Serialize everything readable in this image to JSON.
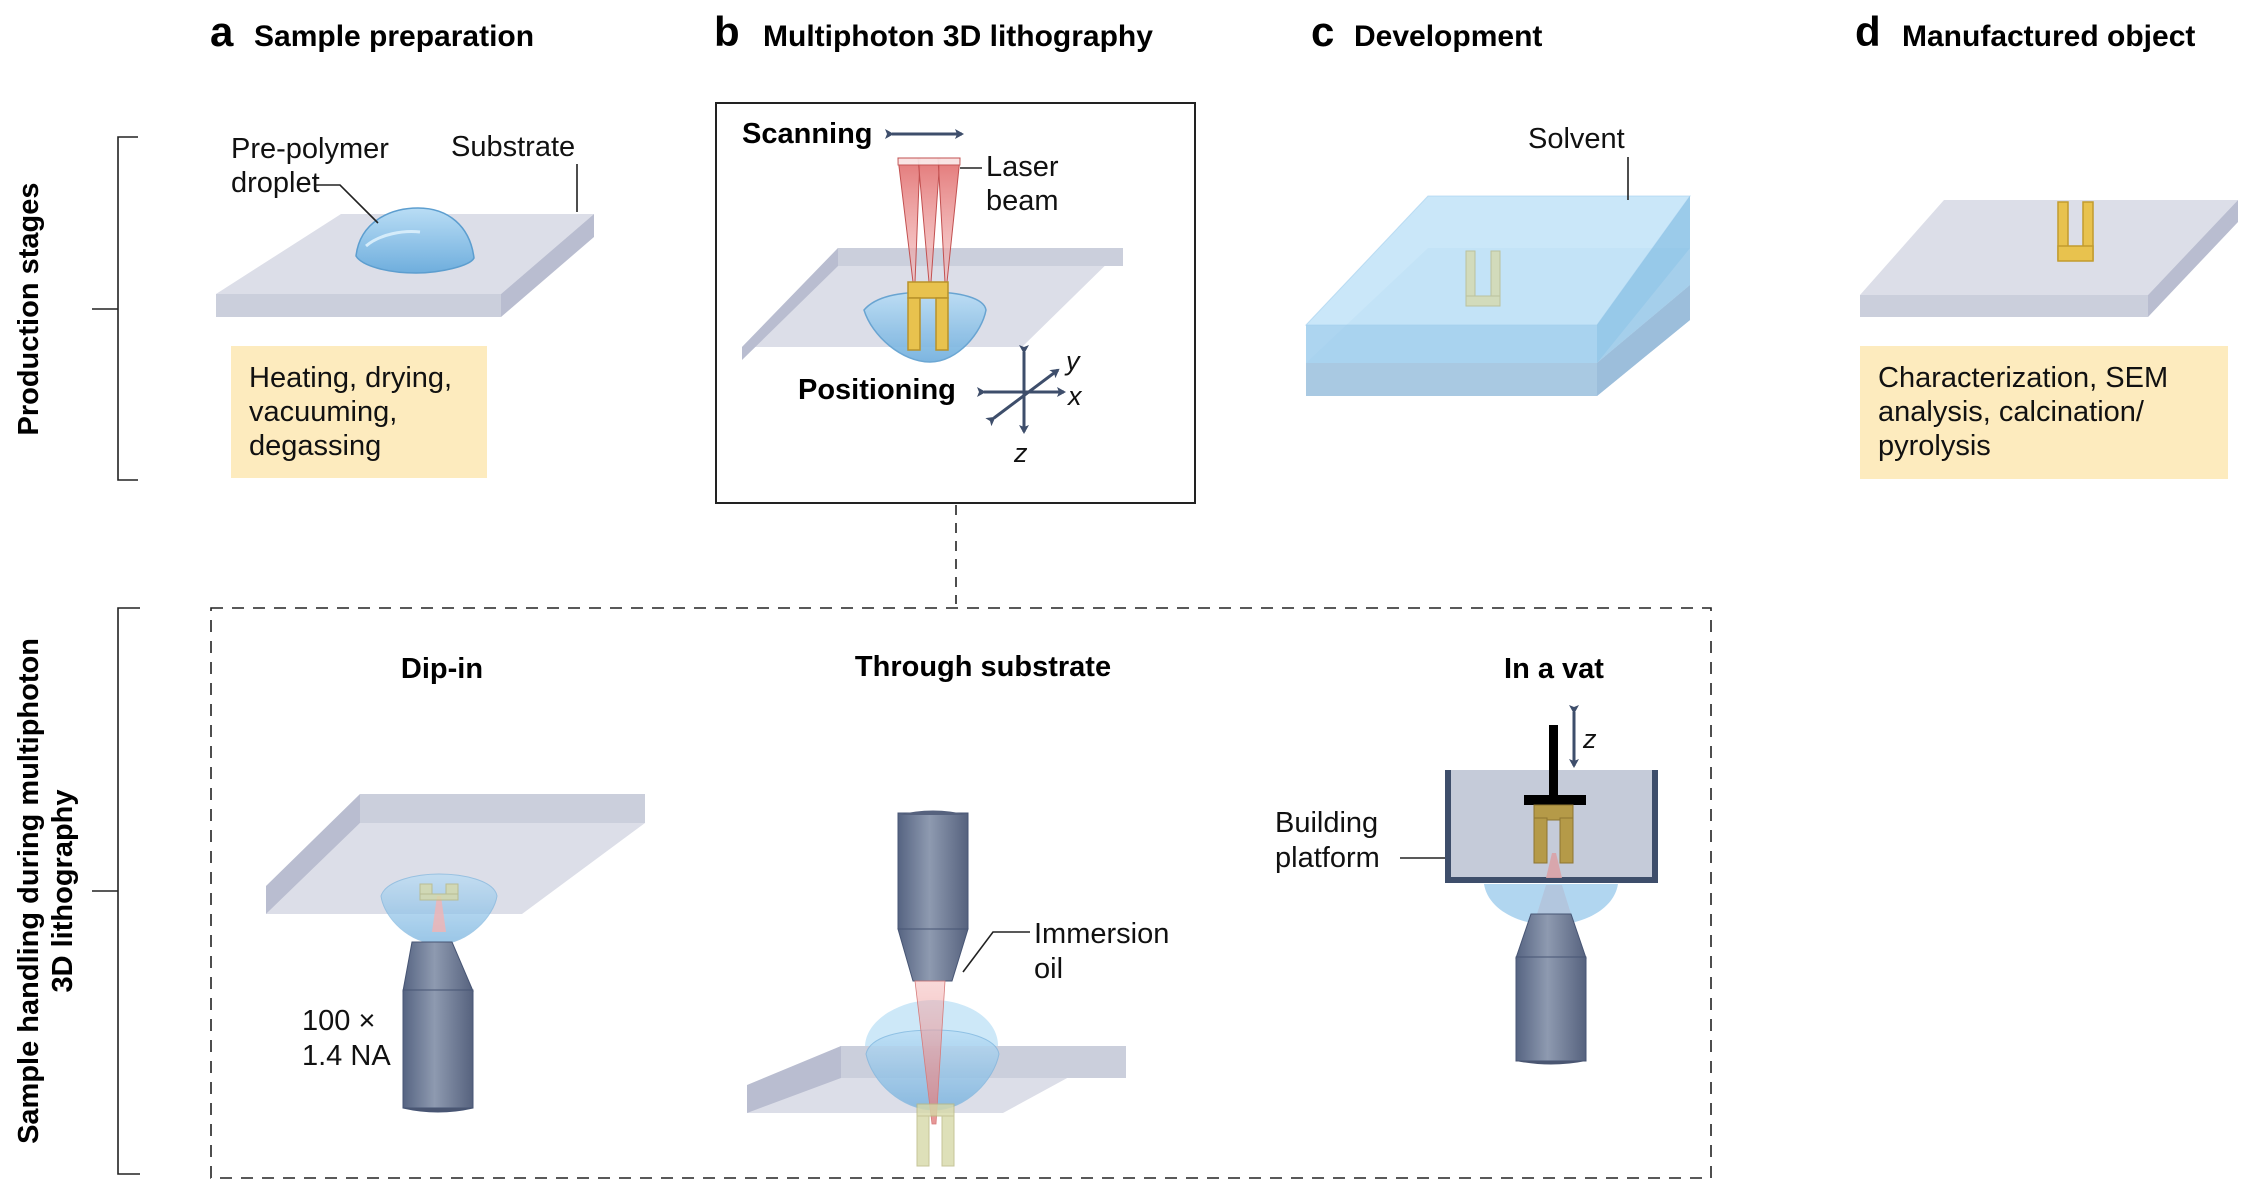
{
  "row_labels": {
    "production": "Production stages",
    "handling_line1": "Sample handling during multiphoton",
    "handling_line2": "3D lithography"
  },
  "panels": [
    {
      "letter": "a",
      "title": "Sample preparation",
      "labels": {
        "droplet_1": "Pre-polymer",
        "droplet_2": "droplet",
        "substrate": "Substrate"
      },
      "note": [
        "Heating, drying,",
        "vacuuming,",
        "degassing"
      ]
    },
    {
      "letter": "b",
      "title": "Multiphoton 3D lithography",
      "labels": {
        "scanning": "Scanning",
        "laser_1": "Laser",
        "laser_2": "beam",
        "positioning": "Positioning",
        "axis_x": "x",
        "axis_y": "y",
        "axis_z": "z"
      }
    },
    {
      "letter": "c",
      "title": "Development",
      "labels": {
        "solvent": "Solvent"
      }
    },
    {
      "letter": "d",
      "title": "Manufactured object",
      "note": [
        "Characterization, SEM",
        "analysis, calcination/",
        "pyrolysis"
      ]
    }
  ],
  "handling_modes": [
    {
      "title": "Dip-in",
      "labels": {
        "objective_1": "100 ×",
        "objective_2": "1.4 NA"
      }
    },
    {
      "title": "Through substrate",
      "labels": {
        "oil_1": "Immersion",
        "oil_2": "oil"
      }
    },
    {
      "title": "In a vat",
      "labels": {
        "platform_1": "Building",
        "platform_2": "platform",
        "axis_z": "z"
      }
    }
  ],
  "colors": {
    "note_bg": "#FDEBBE",
    "substrate_top": "#DCDEE8",
    "substrate_front": "#CBCFDC",
    "substrate_side": "#B9BDD0",
    "droplet": "#8FC3E8",
    "structure": "#E8C24E",
    "laser": "#E07C7C",
    "objective": "#6E7A93",
    "solvent": "#9FCBEB",
    "vat_wall": "#3E4E6B",
    "arrow": "#3E4E6B"
  }
}
